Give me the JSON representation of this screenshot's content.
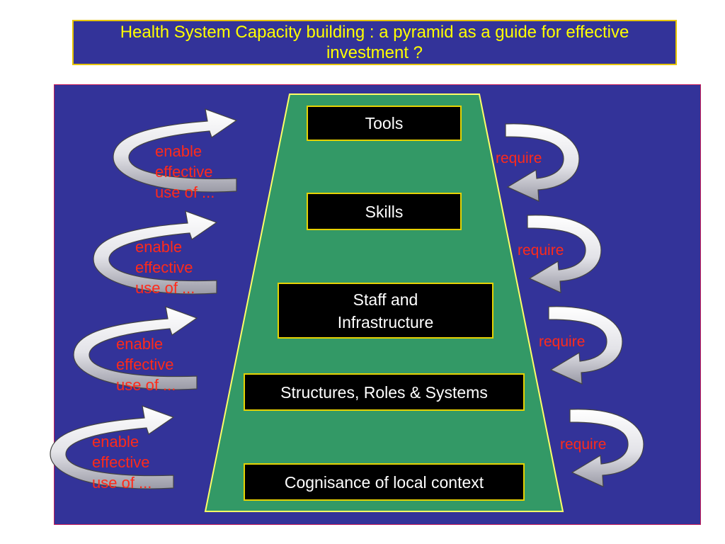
{
  "title": "Health System Capacity building : a pyramid as a guide for effective investment ?",
  "colors": {
    "panel": "#333399",
    "pyramid_fill": "#339966",
    "pyramid_border": "#ffff66",
    "box_fill": "#000000",
    "box_border": "#e6d200",
    "label_text": "#ff2a1a",
    "title_text": "#ffff00"
  },
  "levels": [
    {
      "label": "Tools"
    },
    {
      "label": "Skills"
    },
    {
      "label": "Staff and Infrastructure"
    },
    {
      "label": "Structures, Roles & Systems"
    },
    {
      "label": "Cognisance of local context"
    }
  ],
  "enable_labels": [
    {
      "lines": [
        "enable",
        "effective",
        "use of ..."
      ]
    },
    {
      "lines": [
        "enable",
        "effective",
        "use of ..."
      ]
    },
    {
      "lines": [
        "enable",
        "effective",
        "use of ..."
      ]
    },
    {
      "lines": [
        "enable",
        "effective",
        "use of ..."
      ]
    }
  ],
  "require_labels": [
    {
      "text": "require"
    },
    {
      "text": "require"
    },
    {
      "text": "require"
    },
    {
      "text": "require"
    }
  ]
}
